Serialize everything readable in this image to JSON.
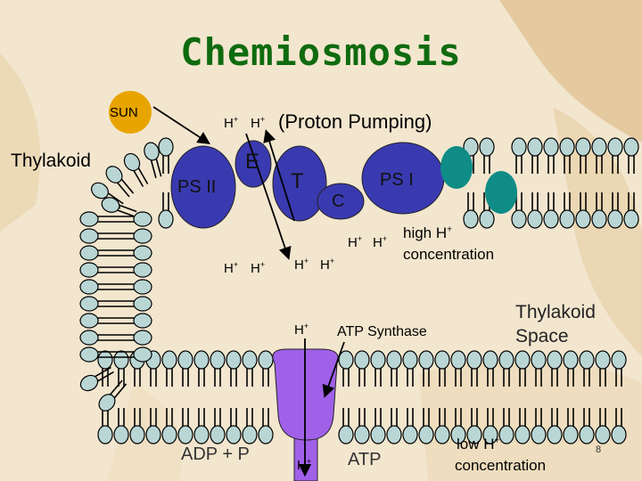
{
  "slide": {
    "title": "Chemiosmosis",
    "page_number": "8"
  },
  "labels": {
    "sun": "SUN",
    "thylakoid": "Thylakoid",
    "proton_pumping": "(Proton Pumping)",
    "h_plus": "H",
    "plus": "+",
    "ps2": "PS II",
    "e": "E",
    "t": "T",
    "c": "C",
    "ps1": "PS I",
    "high_h_line1": "high H",
    "high_h_line2": "concentration",
    "atp_synthase": "ATP Synthase",
    "thylakoid_space_line1": "Thylakoid",
    "thylakoid_space_line2": "Space",
    "adp_p": "ADP + P",
    "atp": "ATP",
    "low_h_line1": "low H",
    "low_h_line2": "concentration"
  },
  "colors": {
    "title": "#0f6b0f",
    "sun": "#e8a400",
    "protein_blue": "#3a3ab0",
    "protein_teal": "#0f8c86",
    "atp_synthase": "#a060e8",
    "phospholipid_head": "#b9d6d4"
  }
}
